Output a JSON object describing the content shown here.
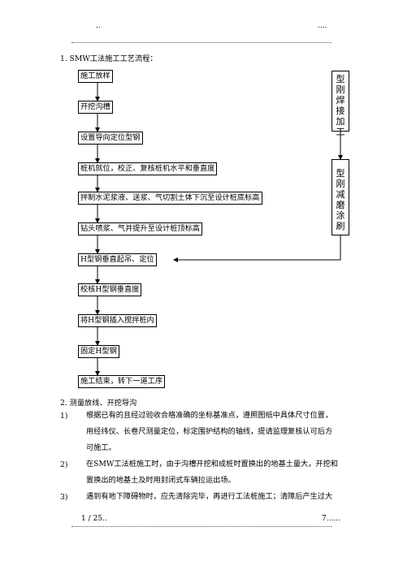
{
  "header": {
    "left": "..",
    "right": "...."
  },
  "footer": {
    "left": "1 / 25..",
    "right": "7......"
  },
  "section1_title": "1.  SMW工法施工工艺流程：",
  "flow_steps": [
    "施工放样",
    "开挖沟槽",
    "设置导向定位型钢",
    "桩机就位，校正、复核桩机水平和垂直度",
    "拌制水泥浆液、送浆、气切割土体下沉至设计桩底标高",
    "钻头喷浆、气并提升至设计桩顶标高",
    "H型钢垂直起吊、定位",
    "校核H型钢垂直度",
    "将H型钢插入搅拌桩内",
    "固定H型钢",
    "施工结束，转下一道工序"
  ],
  "side_boxes": [
    {
      "chars": [
        "型",
        "刚",
        "焊",
        "接",
        "加",
        "工"
      ]
    },
    {
      "chars": [
        "型",
        "刚",
        "减",
        "磨",
        "涂",
        "刷"
      ]
    }
  ],
  "section2_title": "2.  测量放线、开挖导沟",
  "items": [
    {
      "num": "1)",
      "lines": [
        "根据已有的且经过验收合格准确的坐标基准点，遵照图纸中具体尺寸位置，",
        "用经纬仪、长卷尺测量定位，标定围护结构的轴线，提请监理复核认可后方",
        "可施工。"
      ]
    },
    {
      "num": "2)",
      "lines": [
        "在SMW工法桩施工时，由于沟槽开挖和成桩时置换出的地基土量大，开挖和",
        "置换出的地基土及时用封闭式车辆拉运出场。"
      ]
    },
    {
      "num": "3)",
      "lines": [
        "遇到有地下障碍物时，应先清除完毕，再进行工法桩施工；清障后产生过大"
      ]
    }
  ]
}
